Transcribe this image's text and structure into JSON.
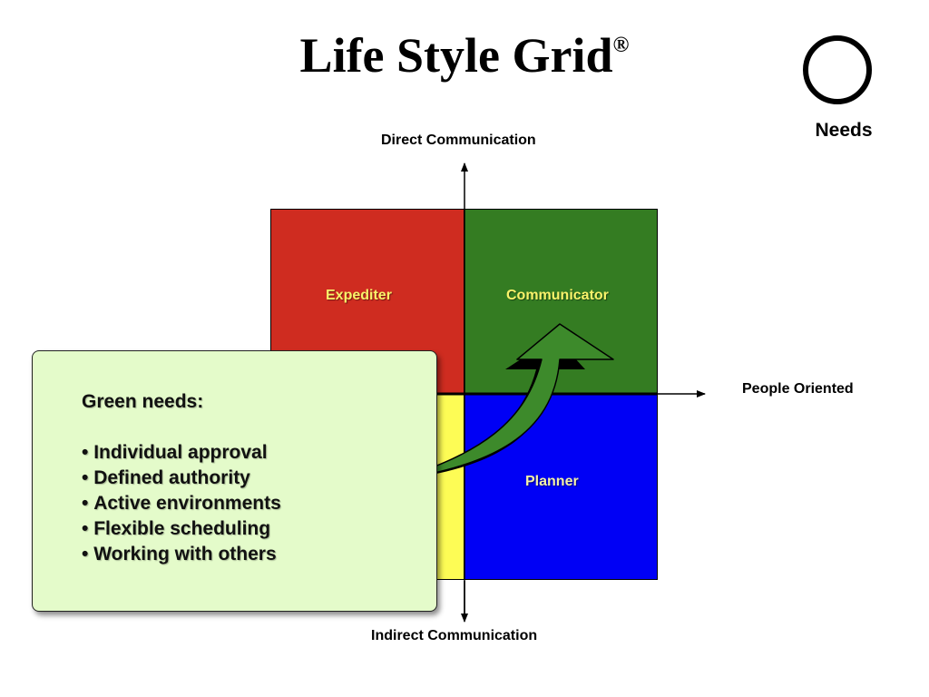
{
  "title": "Life Style Grid",
  "title_mark": "®",
  "legend": {
    "label": "Needs",
    "icon": "circle-outline-icon"
  },
  "axes": {
    "top": "Direct Communication",
    "bottom": "Indirect Communication",
    "right": "People Oriented"
  },
  "quadrants": [
    {
      "key": "top-left",
      "label": "Expediter",
      "color": "#cf2c20"
    },
    {
      "key": "top-right",
      "label": "Communicator",
      "color": "#347c22"
    },
    {
      "key": "bottom-left",
      "label": "",
      "color": "#fdfc55"
    },
    {
      "key": "bottom-right",
      "label": "Planner",
      "color": "#0000f5"
    }
  ],
  "quadrant_label_colors": {
    "top": "#f8f26a",
    "bottom": "#f3f0a8"
  },
  "needs_box": {
    "heading": "Green needs:",
    "items": [
      "Individual approval",
      "Defined authority",
      "Active environments",
      "Flexible scheduling",
      "Working with others"
    ],
    "background": "#e4fbca"
  },
  "arrow_color": "#3d8a2b"
}
